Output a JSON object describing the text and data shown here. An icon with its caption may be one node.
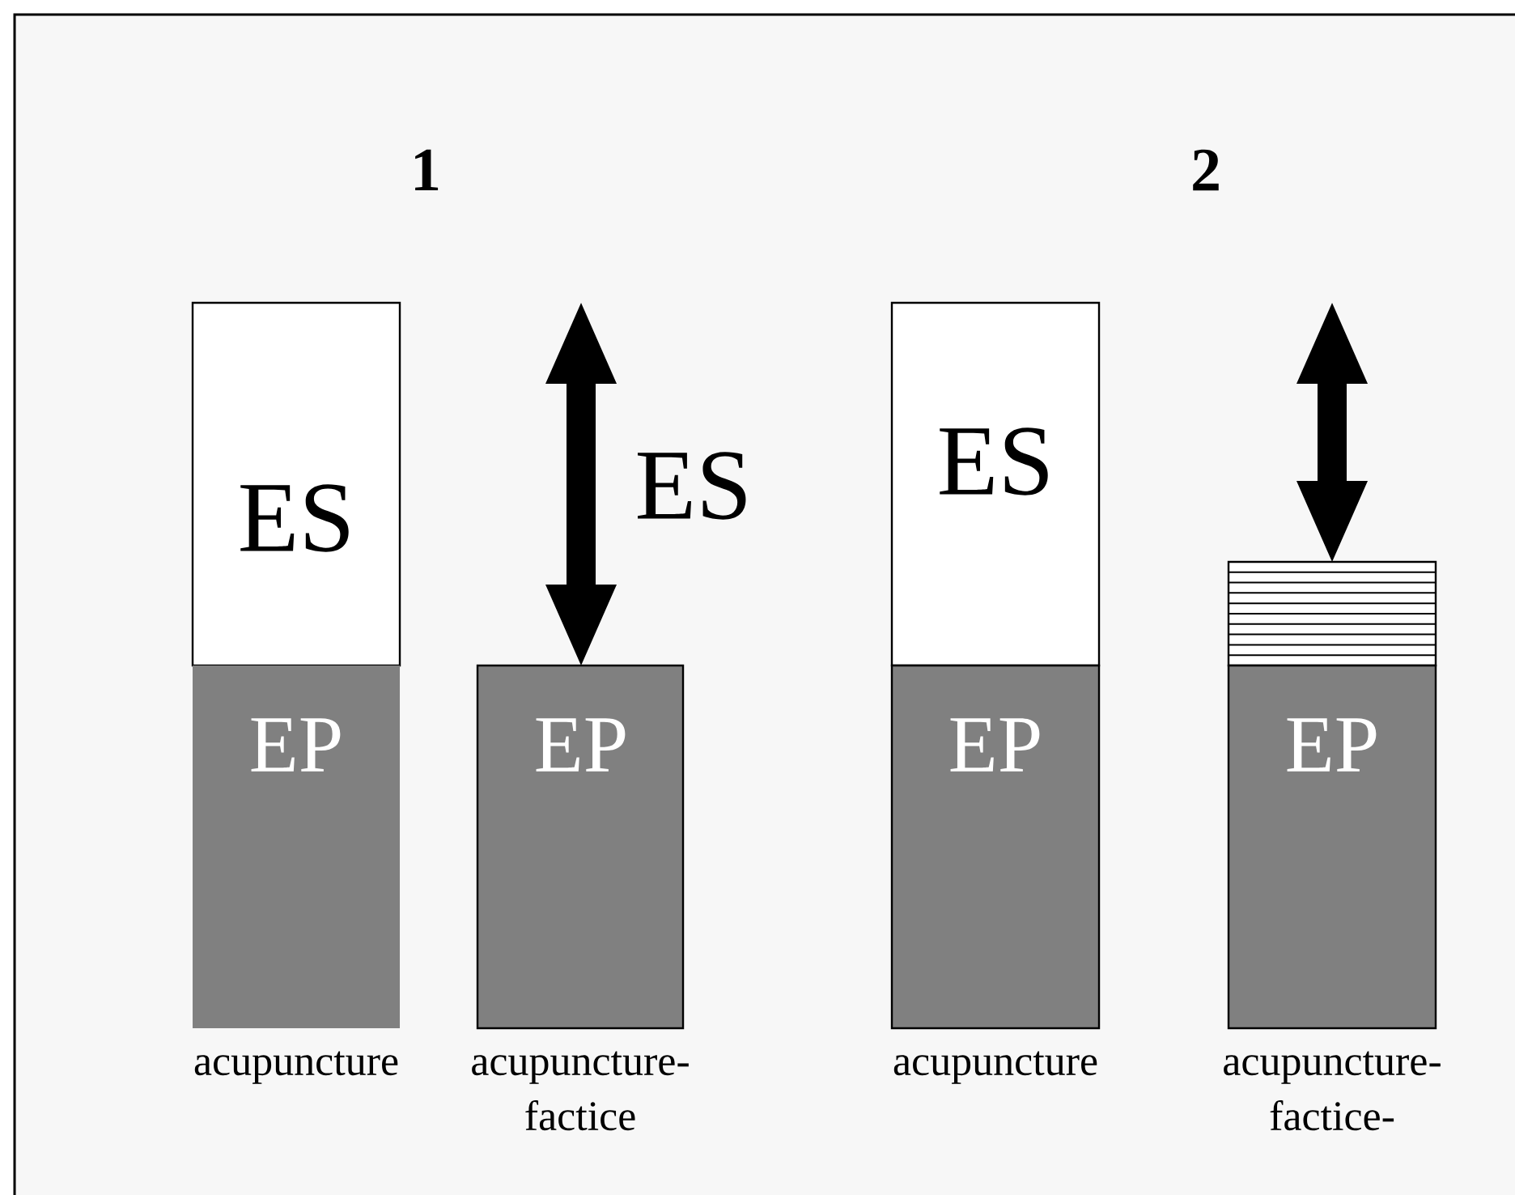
{
  "diagram": {
    "nodes": [
      {
        "text": [
          "ES"
        ]
      },
      {
        "text": [
          "EP"
        ],
        "beside": [
          "acupuncture"
        ]
      },
      {
        "text": [
          "EP"
        ],
        "beside": [
          "acupuncture- factice"
        ]
      },
      {
        "text": [
          "ES"
        ]
      },
      {
        "text": [
          "EP"
        ],
        "beside": [
          "acupuncture"
        ]
      },
      {
        "text": [],
        "shape": "box"
      },
      {
        "text": [
          "EP"
        ],
        "beside": [
          "acupuncture- factice-"
        ]
      }
    ],
    "labels": [
      "1",
      "2",
      "ES"
    ]
  }
}
